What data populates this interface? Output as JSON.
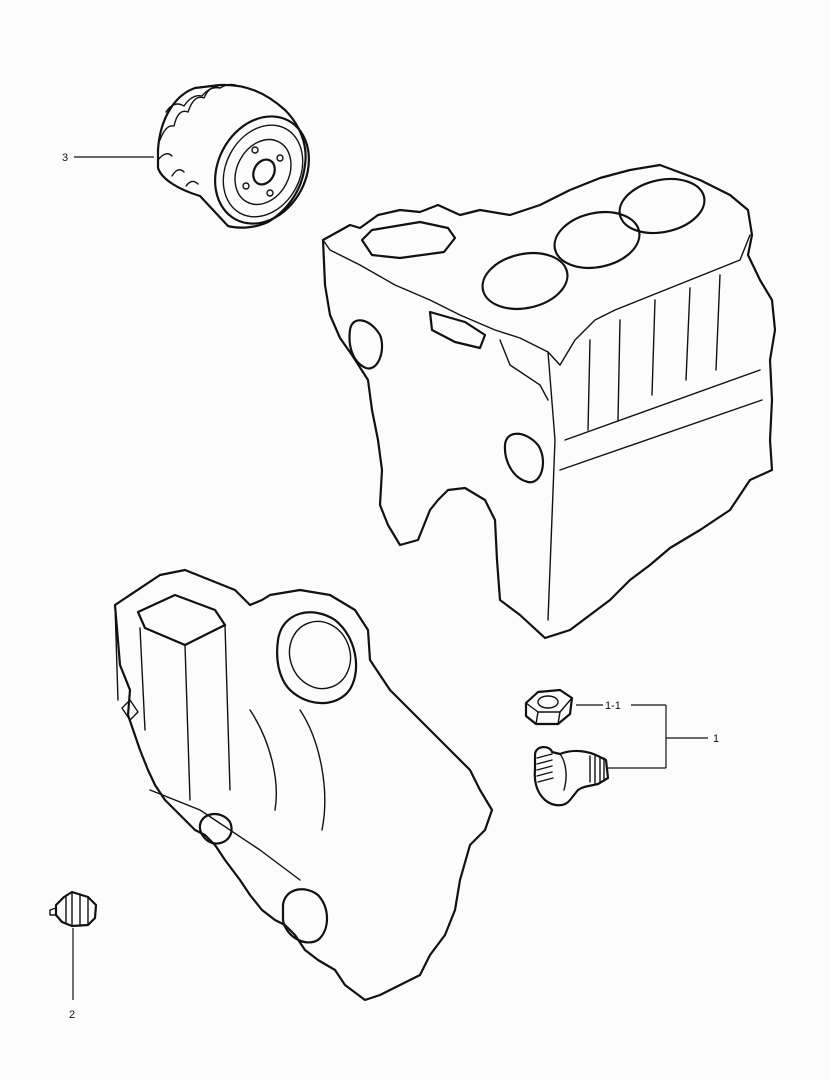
{
  "callouts": {
    "c1": "1",
    "c1_1": "1-1",
    "c2": "2",
    "c3": "3"
  }
}
